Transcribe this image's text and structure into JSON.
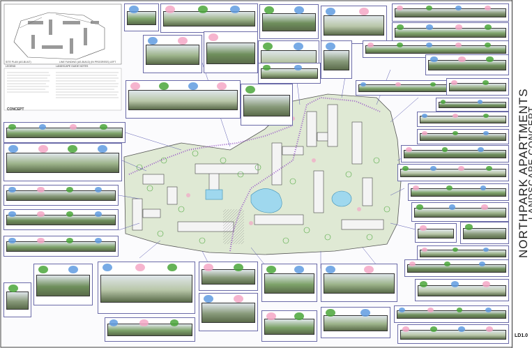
{
  "sheet": {
    "project_title": "NORTHPARK APARTMENTS",
    "subtitle": "LANDSCAPE CONCEPT",
    "sheet_number": "LD1.0",
    "concept_label": "CONCEPT",
    "site_plan_caption_left": "SITE PLAN (AS-BUILT)",
    "site_plan_caption_right": "LINE FUNDING (AS-BUILD) (IN PROGRESS) LEFT",
    "legend_header_left": "LEGEND",
    "legend_header_right": "LANDSCAPE GUIDE NOTES"
  },
  "colors": {
    "frame": "#6a6aa8",
    "leader": "#5a5ab0",
    "tree_blue": "#5f9be0",
    "tree_pink": "#f4a7c6",
    "tree_green": "#4aa63a",
    "path_purple": "#9a5cc7",
    "pool_blue": "#9fd8ee"
  }
}
